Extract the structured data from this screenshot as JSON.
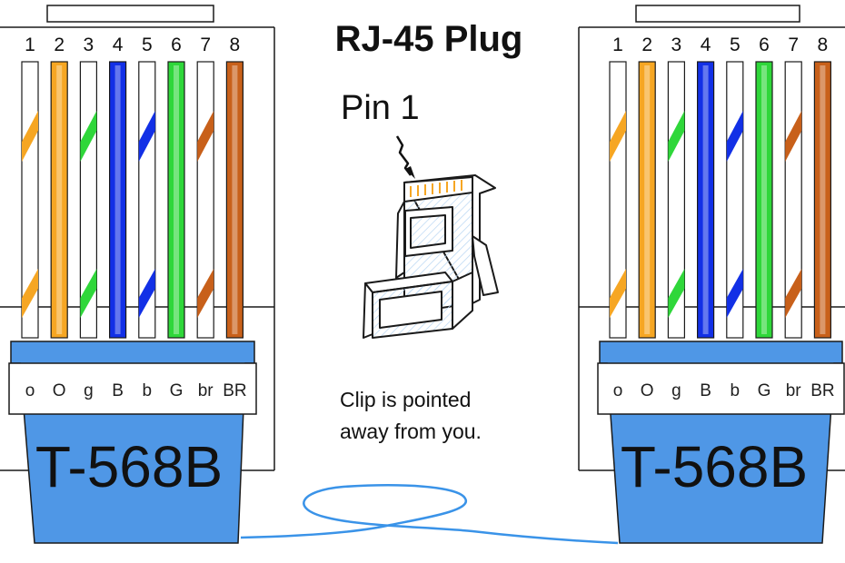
{
  "title": "RJ-45 Plug",
  "pin_label": "Pin 1",
  "caption_lines": [
    "Clip is pointed",
    "away from you."
  ],
  "connectors": [
    {
      "id": "left",
      "standard": "T-568B"
    },
    {
      "id": "right",
      "standard": "T-568B"
    }
  ],
  "wires": [
    {
      "pin": "1",
      "code": "o",
      "color": "#f6a623",
      "striped": true
    },
    {
      "pin": "2",
      "code": "O",
      "color": "#f6a623",
      "striped": false
    },
    {
      "pin": "3",
      "code": "g",
      "color": "#2fd73a",
      "striped": true
    },
    {
      "pin": "4",
      "code": "B",
      "color": "#1230e6",
      "striped": false
    },
    {
      "pin": "5",
      "code": "b",
      "color": "#1230e6",
      "striped": true
    },
    {
      "pin": "6",
      "code": "G",
      "color": "#2fd73a",
      "striped": false
    },
    {
      "pin": "7",
      "code": "br",
      "color": "#c8601a",
      "striped": true
    },
    {
      "pin": "8",
      "code": "BR",
      "color": "#c8601a",
      "striped": false
    }
  ],
  "colors": {
    "connector_blue": "#4f97e6",
    "cable": "#3a93e8",
    "outline": "#1a1a1a"
  }
}
